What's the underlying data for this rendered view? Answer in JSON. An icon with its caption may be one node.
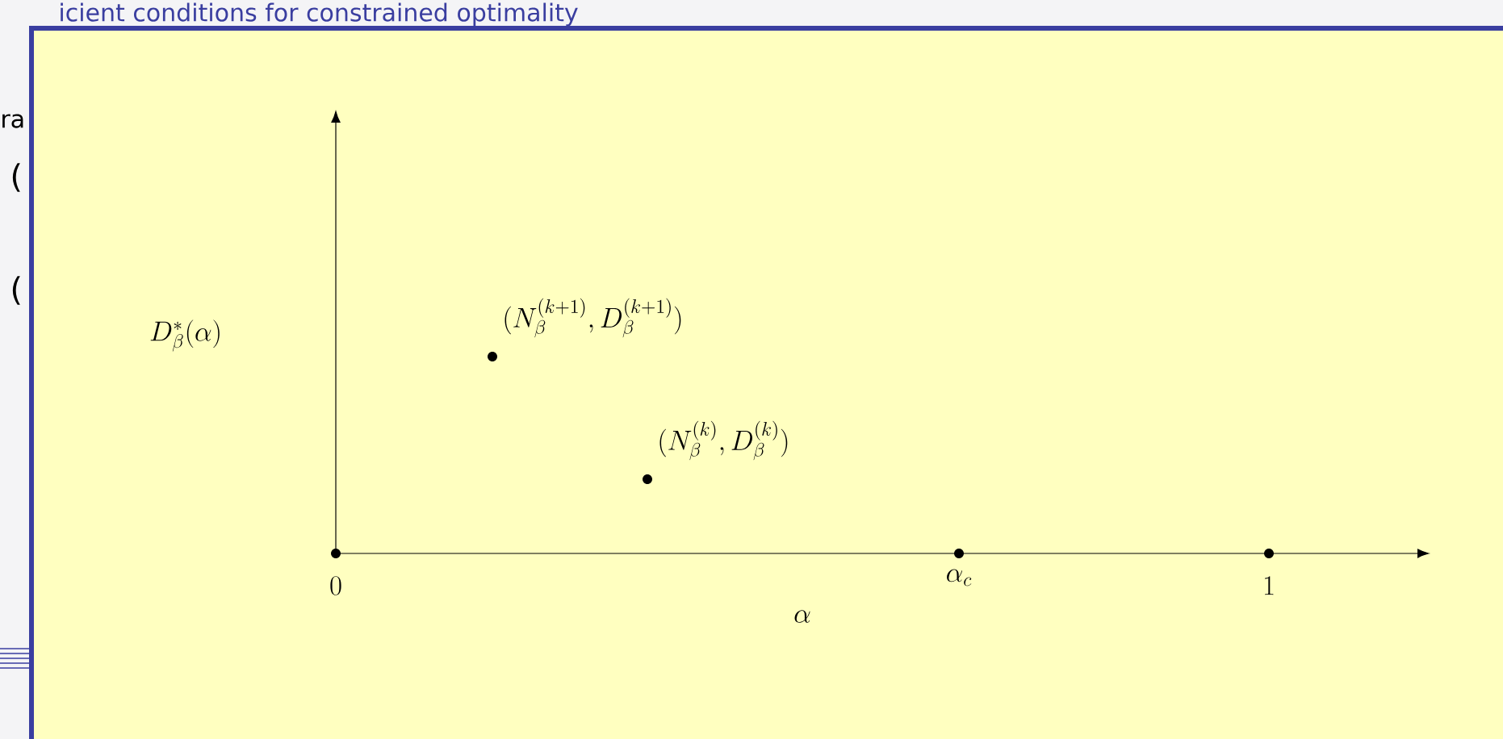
{
  "diagram": {
    "labels": [
      "icient conditions for constrained optimality",
      "ra",
      "(",
      "(",
      "D^*_\\beta(\\alpha)",
      "(N_\\beta^{(k+1)}, D_\\beta^{(k+1)})",
      "(N_\\beta^{(k)}, D_\\beta^{(k)})",
      "0",
      "\\alpha_c",
      "1",
      "\\alpha"
    ]
  }
}
